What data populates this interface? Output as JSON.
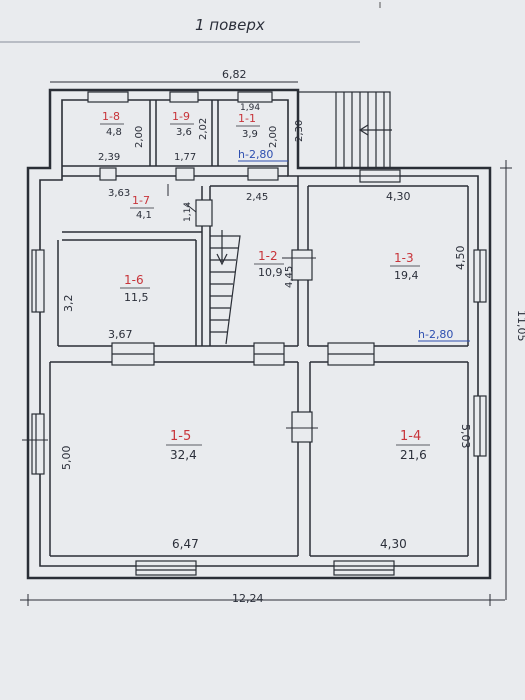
{
  "header": {
    "title": "1 поверх"
  },
  "dimensions": {
    "top_overall": "6,82",
    "bottom_overall": "12,24",
    "right_overall": "11,05",
    "left_lower": "5,00",
    "right_lower": "5,03",
    "b_2_00_left": "2,00",
    "b_2_02": "2,02",
    "b_1_94": "1,94",
    "b_2_00_right": "2,00",
    "b_2_30": "2,30",
    "b_2_39": "2,39",
    "b_1_77": "1,77",
    "b_3_63": "3,63",
    "b_1_14": "1,14",
    "b_2_45": "2,45",
    "b_4_30_top": "4,30",
    "b_4_50": "4,50",
    "b_3_2": "3,2",
    "b_4_45": "4,45",
    "b_3_67": "3,67",
    "b_6_47": "6,47",
    "b_4_30_bottom": "4,30"
  },
  "heights": {
    "upper": "h-2,80",
    "lower": "h-2,80"
  },
  "rooms": [
    {
      "id": "1-8",
      "area": "4,8"
    },
    {
      "id": "1-9",
      "area": "3,6"
    },
    {
      "id": "1-1",
      "area": "3,9"
    },
    {
      "id": "1-7",
      "area": "4,1"
    },
    {
      "id": "1-2",
      "area": "10,9"
    },
    {
      "id": "1-3",
      "area": "19,4"
    },
    {
      "id": "1-6",
      "area": "11,5"
    },
    {
      "id": "1-5",
      "area": "32,4"
    },
    {
      "id": "1-4",
      "area": "21,6"
    }
  ]
}
